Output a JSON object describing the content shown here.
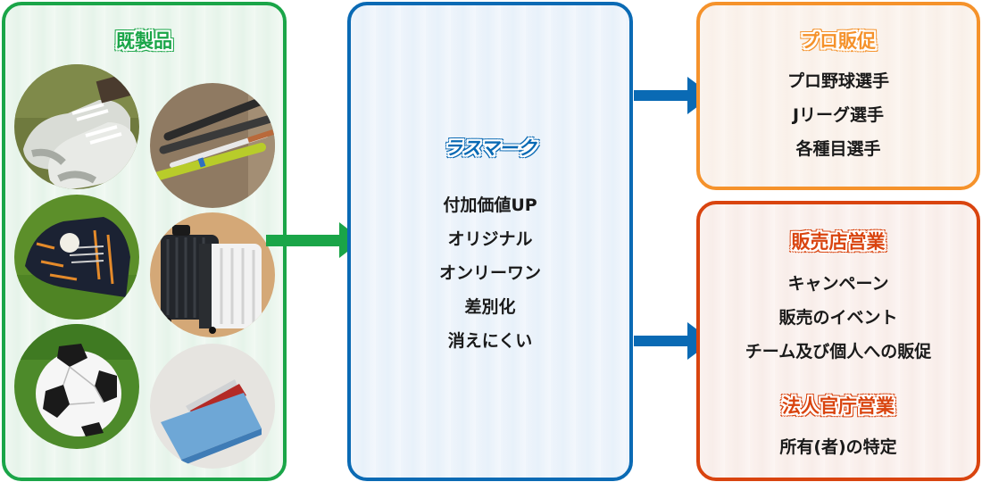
{
  "products": {
    "title": "既製品",
    "images": [
      {
        "name": "sneakers",
        "icon": "sneakers-photo"
      },
      {
        "name": "baseball-bats",
        "icon": "bats-photo"
      },
      {
        "name": "baseball-glove",
        "icon": "glove-photo"
      },
      {
        "name": "suitcases",
        "icon": "suitcase-photo"
      },
      {
        "name": "soccer-ball",
        "icon": "soccer-ball-photo"
      },
      {
        "name": "card-case",
        "icon": "card-case-photo"
      }
    ]
  },
  "rasmark": {
    "title": "ラスマーク",
    "items": [
      "付加価値UP",
      "オリジナル",
      "オンリーワン",
      "差別化",
      "消えにくい"
    ]
  },
  "pro_promo": {
    "title": "プロ販促",
    "items": [
      "プロ野球選手",
      "Jリーグ選手",
      "各種目選手"
    ]
  },
  "sales": {
    "retail_title": "販売店営業",
    "retail_items": [
      "キャンペーン",
      "販売のイベント",
      "チーム及び個人への販促"
    ],
    "corporate_title": "法人官庁営業",
    "corporate_items": [
      "所有(者)の特定"
    ]
  },
  "colors": {
    "green": "#1aa548",
    "blue": "#0a6ab4",
    "orange": "#f5922b",
    "red": "#d9440f"
  }
}
